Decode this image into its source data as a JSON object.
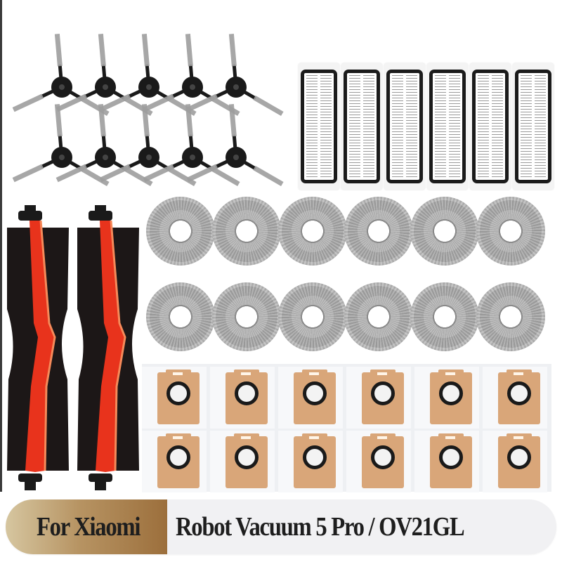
{
  "banner": {
    "prefix": "For Xiaomi",
    "model": "Robot Vacuum 5 Pro / OV21GL",
    "colors": {
      "prefix_bg_start": "#d6c6a0",
      "prefix_bg_end": "#9c6f3c",
      "model_bg": "#f1f1f3",
      "text": "#1e1e1e"
    }
  },
  "products": {
    "side_brushes": {
      "icon": "side-brush-icon",
      "count": 10,
      "color": "#1a1a1a",
      "bristle_color": "#9e9e9e"
    },
    "hepa_filters": {
      "icon": "hepa-filter-icon",
      "count": 6
    },
    "main_roller_brushes": {
      "icon": "roller-brush-icon",
      "count": 2,
      "color": "#e8331c"
    },
    "mop_pads": {
      "icon": "mop-pad-icon",
      "count": 12,
      "color": "#a8a8a8"
    },
    "dust_bags": {
      "icon": "dust-bag-icon",
      "count": 12,
      "color": "#d9a679"
    }
  }
}
